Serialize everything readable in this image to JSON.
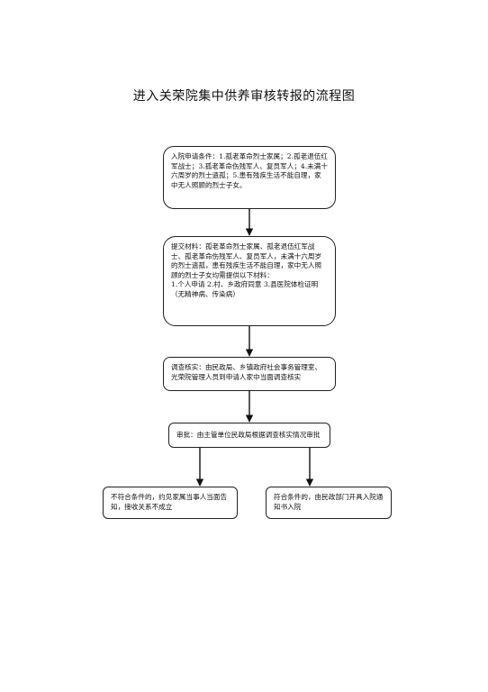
{
  "page": {
    "title": "进入关荣院集中供养审核转报的流程图"
  },
  "flow": {
    "step1": "入院申请条件：1.孤老革命烈士家属；2.孤老退伍红军战士；3.孤老革命伤残军人、复员军人；4.未满十六周岁的烈士遗孤；5.患有残疾生活不能自理，家中无人照顾的烈士子女。",
    "step2": "提交材料：孤老革命烈士家属、孤老退伍红军战士、孤老革命伤残军人、复员军人，未满十六周岁的烈士遗孤，患有残疾生活不能自理，家中无人照顾的烈士子女均需提供以下材料：\n1.个人申请 2.村、乡政府同意 3.县医院体检证明（无精神病、传染病）",
    "step3": "调查核实：由民政局、乡镇政府社会事务管理室、光荣院管理人员到申请人家中当面调查核实",
    "step4": "审批：由主管单位民政局根据调查核实情况审批",
    "reject": "不符合条件的，约见家属当事人当面告知，接收关系不成立",
    "accept": "符合条件的，由民政部门开具入院通知书入院"
  }
}
